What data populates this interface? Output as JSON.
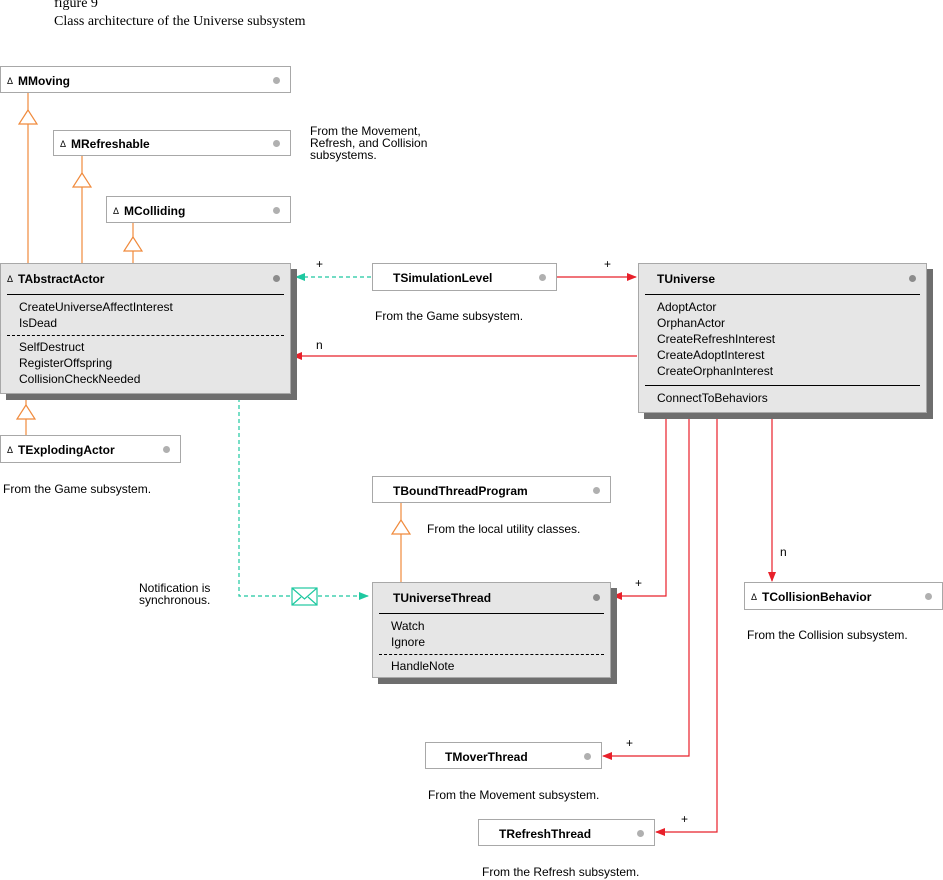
{
  "figure": {
    "number": "figure 9",
    "caption": "Class architecture of the Universe subsystem"
  },
  "colors": {
    "inheritance": "#f08a3c",
    "association": "#e8202a",
    "notification": "#1ec8a0",
    "class_fill": "#e6e6e6",
    "class_border": "#a8a8a8",
    "shadow": "#6e6e6e"
  },
  "classes": {
    "mmoving": {
      "abstract_mark": "Δ",
      "name": "MMoving"
    },
    "mrefreshable": {
      "abstract_mark": "Δ",
      "name": "MRefreshable"
    },
    "mcolliding": {
      "abstract_mark": "Δ",
      "name": "MColliding"
    },
    "tabstractactor": {
      "abstract_mark": "Δ",
      "name": "TAbstractActor",
      "public_ops": [
        "CreateUniverseAffectInterest",
        "IsDead"
      ],
      "protected_ops": [
        "SelfDestruct",
        "RegisterOffspring",
        "CollisionCheckNeeded"
      ]
    },
    "texplodingactor": {
      "abstract_mark": "Δ",
      "name": "TExplodingActor"
    },
    "tsimulationlevel": {
      "name": "TSimulationLevel"
    },
    "tuniverse": {
      "name": "TUniverse",
      "public_ops": [
        "AdoptActor",
        "OrphanActor",
        "CreateRefreshInterest",
        "CreateAdoptInterest",
        "CreateOrphanInterest"
      ],
      "other_ops": [
        "ConnectToBehaviors"
      ]
    },
    "tboundthreadprogram": {
      "name": "TBoundThreadProgram"
    },
    "tuniversethread": {
      "name": "TUniverseThread",
      "public_ops": [
        "Watch",
        "Ignore"
      ],
      "protected_ops": [
        "HandleNote"
      ]
    },
    "tcollisionbehavior": {
      "abstract_mark": "Δ",
      "name": "TCollisionBehavior"
    },
    "tmoverthread": {
      "name": "TMoverThread"
    },
    "trefreshthread": {
      "name": "TRefreshThread"
    }
  },
  "notes": {
    "mixins_source": "From the Movement, Refresh, and Collision subsystems.",
    "simulation_source": "From the Game subsystem.",
    "exploding_source": "From the Game subsystem.",
    "bound_thread_source": "From the local utility classes.",
    "notification": "Notification is synchronous.",
    "collision_source": "From the Collision subsystem.",
    "mover_source": "From the Movement subsystem.",
    "refresh_source": "From the Refresh subsystem."
  },
  "multiplicity": {
    "sim_to_actor": "+",
    "sim_to_universe": "+",
    "universe_to_actor": "n",
    "universe_to_thread": "+",
    "universe_to_collision": "n",
    "universe_to_mover": "+",
    "universe_to_refresh": "+"
  }
}
